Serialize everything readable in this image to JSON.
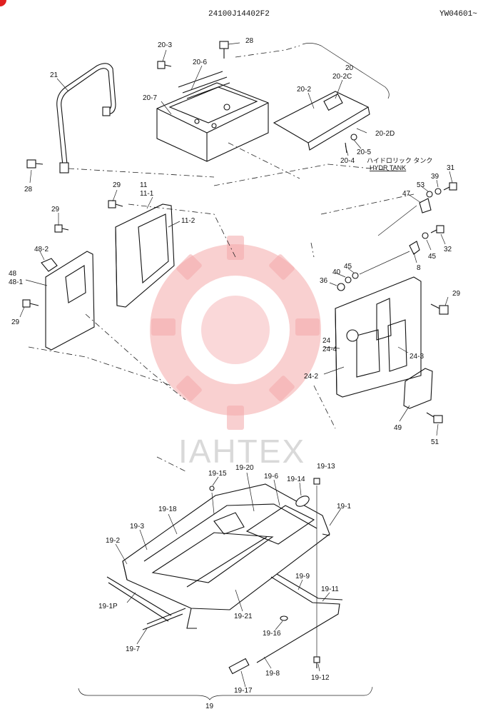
{
  "header": {
    "drawing_number": "24100J14402F2",
    "serial_range": "YW04601~"
  },
  "watermark": {
    "text": "IAHTEX"
  },
  "tank_note": {
    "jp": "ハイドロリック タンク",
    "en": "HYDR TANK"
  },
  "labels": {
    "p20_3": "20-3",
    "p28_top": "28",
    "p20_6": "20-6",
    "p20_7": "20-7",
    "p21": "21",
    "p20": "20",
    "p20_2c": "20-2C",
    "p20_2": "20-2",
    "p20_2d": "20-2D",
    "p20_5": "20-5",
    "p20_4": "20-4",
    "p28_left": "28",
    "p29_a": "29",
    "p11": "11",
    "p11_1": "11-1",
    "p11_2": "11-2",
    "p29_b": "29",
    "p48_2": "48-2",
    "p48": "48",
    "p48_1": "48-1",
    "p29_c": "29",
    "p31": "31",
    "p39": "39",
    "p53": "53",
    "p47": "47",
    "p32": "32",
    "p45_a": "45",
    "p45_b": "45",
    "p40": "40",
    "p36": "36",
    "p8": "8",
    "p29_d": "29",
    "p24": "24",
    "p24_4": "24-4",
    "p24_3": "24-3",
    "p24_2": "24-2",
    "p49": "49",
    "p51": "51",
    "p19_15": "19-15",
    "p19_20": "19-20",
    "p19_6": "19-6",
    "p19_14": "19-14",
    "p19_13": "19-13",
    "p19_1": "19-1",
    "p19_18": "19-18",
    "p19_3": "19-3",
    "p19_2": "19-2",
    "p19_9": "19-9",
    "p19_11": "19-11",
    "p19_1p": "19-1P",
    "p19_21": "19-21",
    "p19_16": "19-16",
    "p19_7": "19-7",
    "p19_8": "19-8",
    "p19_12": "19-12",
    "p19_17": "19-17",
    "p19": "19"
  }
}
